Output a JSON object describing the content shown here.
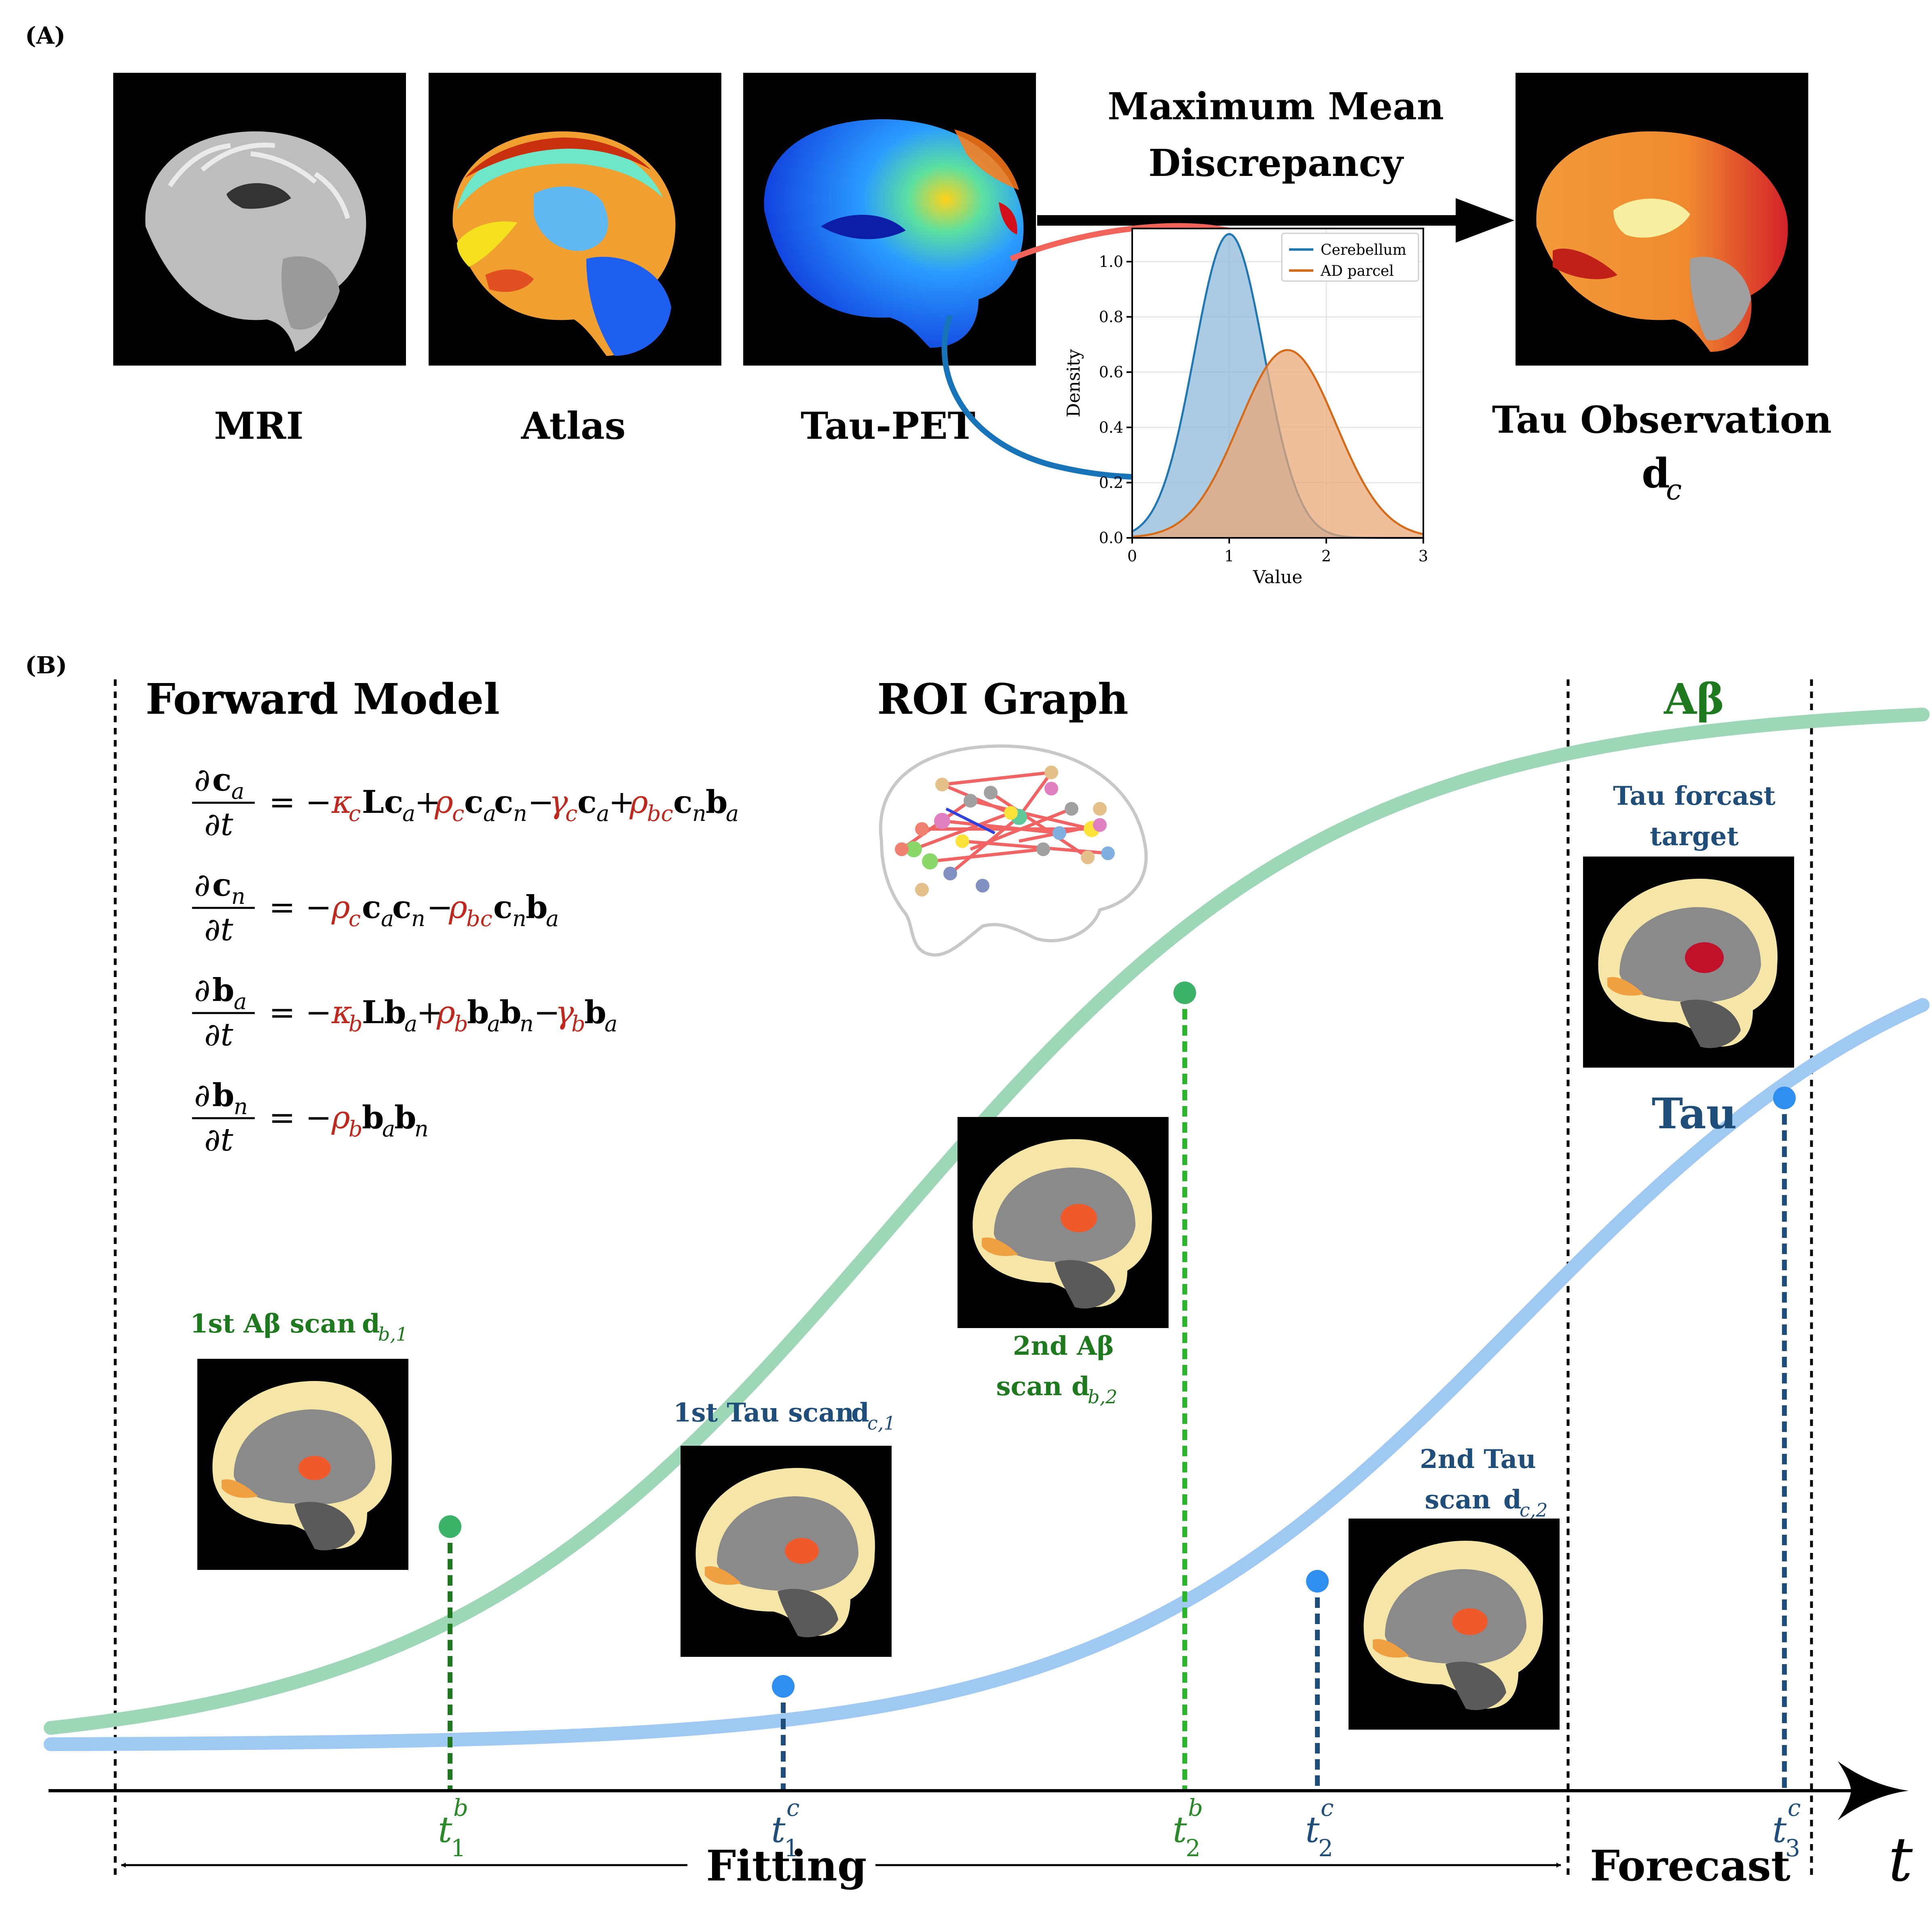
{
  "panel_a": {
    "label": "(A)",
    "mri_label": "MRI",
    "atlas_label": "Atlas",
    "tau_pet_label": "Tau-PET",
    "mmd_line1": "Maximum Mean",
    "mmd_line2": "Discrepancy",
    "tau_obs_label": "Tau Observation",
    "tau_obs_symbol": "d",
    "tau_obs_sub": "c"
  },
  "chart_data": {
    "type": "area",
    "xlabel": "Value",
    "ylabel": "Density",
    "xlim": [
      0,
      3
    ],
    "ylim": [
      0,
      1.12
    ],
    "xticks": [
      "0",
      "1",
      "2",
      "3"
    ],
    "yticks": [
      "0.0",
      "0.2",
      "0.4",
      "0.6",
      "0.8",
      "1.0"
    ],
    "grid": true,
    "legend_placement": "top-right",
    "series": [
      {
        "name": "Cerebellum",
        "color": "#1f77b4",
        "fill": "#8fb9da",
        "mean": 1.0,
        "sd": 0.36,
        "peak": 1.1
      },
      {
        "name": "AD parcel",
        "color": "#d66b1a",
        "fill": "#e9a878",
        "mean": 1.6,
        "sd": 0.5,
        "peak": 0.68
      }
    ]
  },
  "panel_b": {
    "label": "(B)",
    "forward_model_title": "Forward Model",
    "roi_graph_title": "ROI Graph",
    "abeta_label": "Aβ",
    "tau_label": "Tau",
    "tau_forecast_line1": "Tau forcast",
    "tau_forecast_line2": "target",
    "scan1_abeta": "1st Aβ scan",
    "scan1_abeta_sym": "b,1",
    "scan2_abeta_line1": "2nd Aβ",
    "scan2_abeta_line2": "scan",
    "scan2_abeta_sym": "b,2",
    "scan1_tau": "1st Tau scan",
    "scan1_tau_sym": "c,1",
    "scan2_tau_line1": "2nd Tau",
    "scan2_tau_line2": "scan",
    "scan2_tau_sym": "c,2",
    "fitting_label": "Fitting",
    "forecast_label": "Forecast",
    "t_axis_label": "t",
    "time_points": [
      {
        "base": "t",
        "sub": "1",
        "sup": "b",
        "color": "#2a8a2a"
      },
      {
        "base": "t",
        "sub": "1",
        "sup": "c",
        "color": "#1f4e7a"
      },
      {
        "base": "t",
        "sub": "2",
        "sup": "b",
        "color": "#2a8a2a"
      },
      {
        "base": "t",
        "sub": "2",
        "sup": "c",
        "color": "#1f4e7a"
      },
      {
        "base": "t",
        "sub": "3",
        "sup": "c",
        "color": "#1f4e7a"
      }
    ]
  },
  "colors": {
    "abeta_green": "#1f7a1f",
    "tau_blue": "#1f4e7a",
    "param_red": "#c0281e",
    "abeta_curve": "#9ed7b7",
    "tau_curve": "#9fc9f2"
  }
}
